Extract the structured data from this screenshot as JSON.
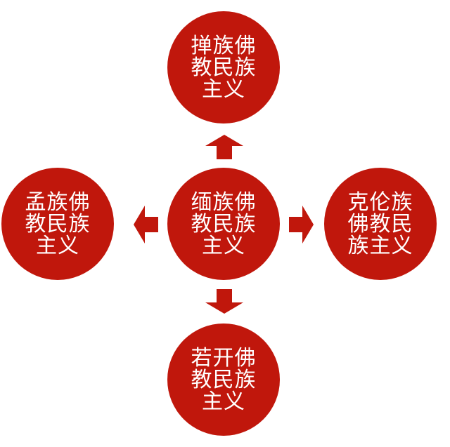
{
  "colors": {
    "node": "#c0170c",
    "text": "#ffffff"
  },
  "center": {
    "lines": [
      "缅族佛",
      "教民族",
      "主义"
    ]
  },
  "top": {
    "lines": [
      "掸族佛",
      "教民族",
      "主义"
    ]
  },
  "left": {
    "lines": [
      "孟族佛",
      "教民族",
      "主义"
    ]
  },
  "right": {
    "lines": [
      "克伦族",
      "佛教民",
      "族主义"
    ]
  },
  "bottom": {
    "lines": [
      "若开佛",
      "教民族",
      "主义"
    ]
  }
}
